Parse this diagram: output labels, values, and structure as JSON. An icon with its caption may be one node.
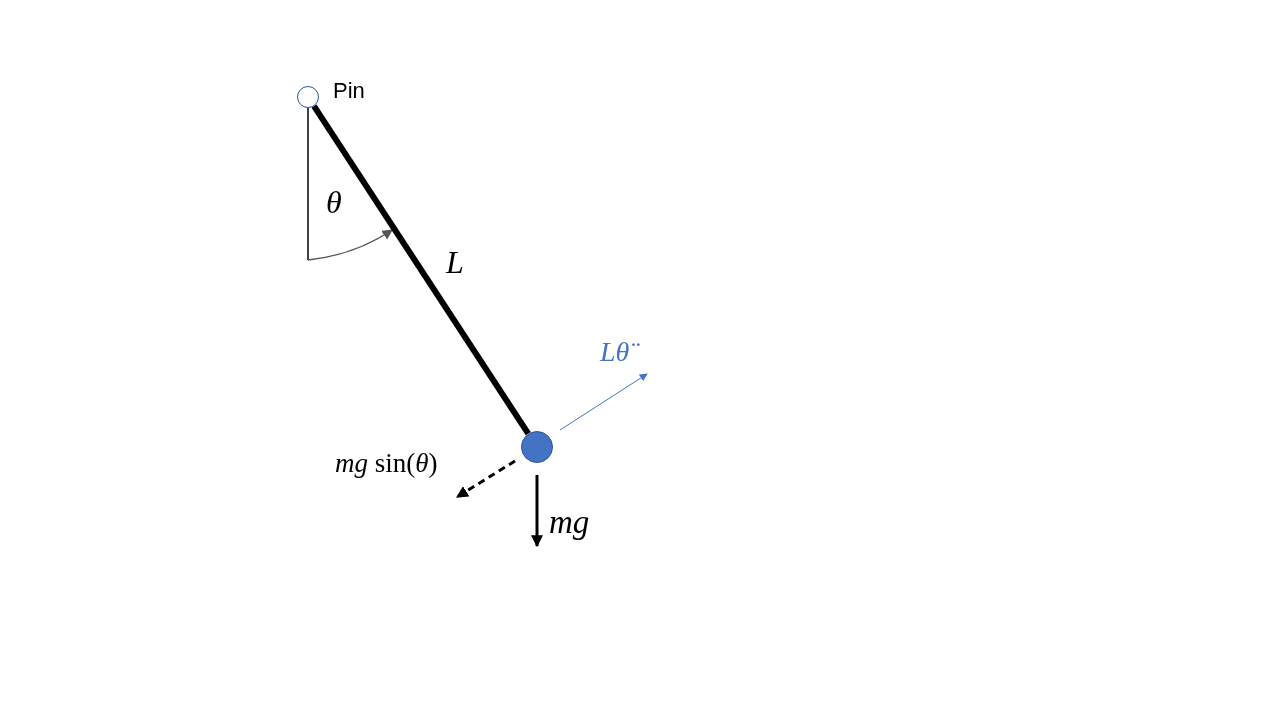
{
  "diagram": {
    "nodes": [
      {
        "text": [],
        "shape": "circle",
        "beside": [
          "Pin"
        ]
      },
      {
        "text": [],
        "shape": "circle"
      }
    ],
    "edges": [
      {
        "from": 0,
        "to": 1,
        "arrow": "none",
        "label": "L"
      }
    ],
    "labels": [
      "θ",
      "Lθ̈",
      "*mg* sin(*θ*)",
      "mg"
    ]
  }
}
